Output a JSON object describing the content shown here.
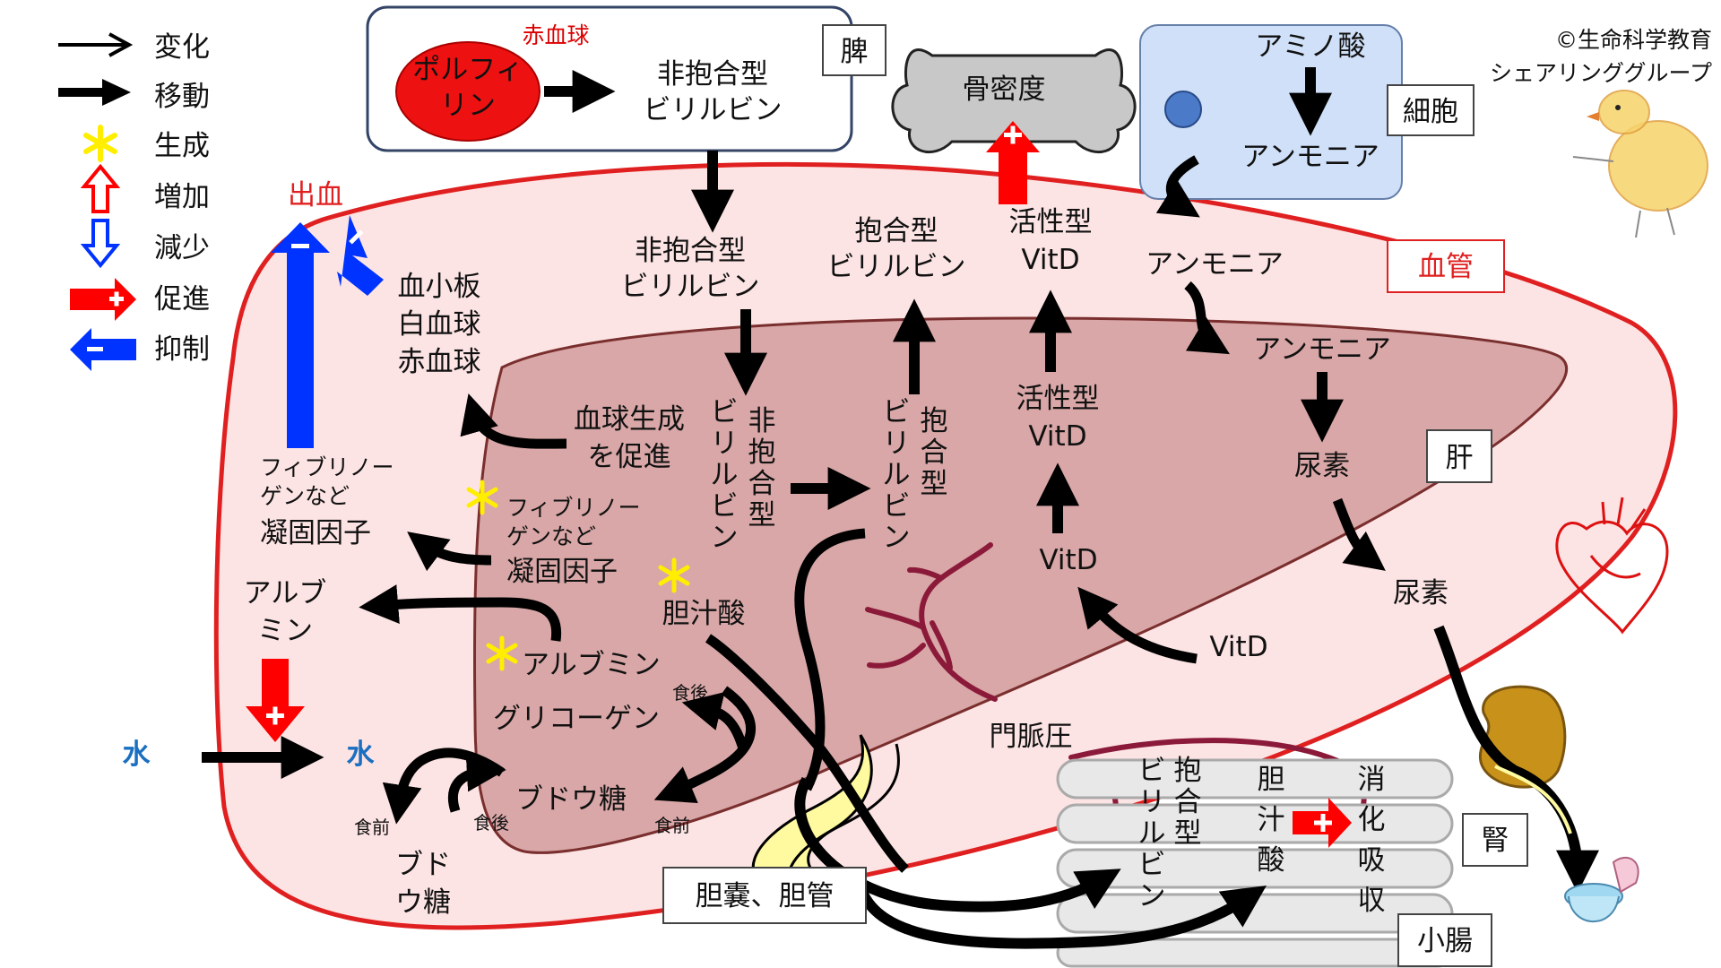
{
  "copyright": [
    "©生命科学教育",
    "シェアリンググループ"
  ],
  "legend": [
    {
      "symbol": "thin-arrow-icon",
      "label": "変化"
    },
    {
      "symbol": "thick-arrow-icon",
      "label": "移動"
    },
    {
      "symbol": "asterisk-icon",
      "label": "生成"
    },
    {
      "symbol": "up-arrow-outline-icon",
      "label": "増加"
    },
    {
      "symbol": "down-arrow-outline-icon",
      "label": "減少"
    },
    {
      "symbol": "red-plus-arrow-icon",
      "label": "促進"
    },
    {
      "symbol": "blue-minus-arrow-icon",
      "label": "抑制"
    }
  ],
  "colors": {
    "vessel_stroke": "#e02020",
    "vessel_fill": "#fde4e4",
    "liver_fill": "#d9a7a7",
    "liver_stroke": "#7a2e2e",
    "promote": "#ff0000",
    "inhibit": "#0033ff",
    "gen": "#ffee00",
    "portal": "#8b1a3a",
    "cell_fill": "#cfe0f8",
    "kidney": "#c8921a",
    "bile": "#fffaa0"
  },
  "organs": {
    "spleen": "脾",
    "cell": "細胞",
    "vessel": "血管",
    "liver": "肝",
    "kidney": "腎",
    "intestine": "小腸",
    "gallbladder": "胆嚢、胆管"
  },
  "spleen": {
    "rbc": "赤血球",
    "porphyrin": [
      "ポルフィ",
      "リン"
    ],
    "unconj": [
      "非抱合型",
      "ビリルビン"
    ]
  },
  "bone": {
    "label": "骨密度"
  },
  "cell": {
    "amino": "アミノ酸",
    "ammonia": "アンモニア"
  },
  "vessel_labels": {
    "bleeding": "出血",
    "blood_cells": [
      "血小板",
      "白血球",
      "赤血球"
    ],
    "unconj": [
      "非抱合型",
      "ビリルビン"
    ],
    "conj": [
      "抱合型",
      "ビリルビン"
    ],
    "active_vitd": [
      "活性型",
      "VitD"
    ],
    "ammonia": "アンモニア",
    "fibrinogen": [
      "フィブリノー",
      "ゲンなど"
    ],
    "clotting": "凝固因子",
    "albumin": [
      "アルブ",
      "ミン"
    ],
    "water_out": "水",
    "water_in": "水",
    "before_meal": "食前",
    "after_meal": "食後",
    "glucose": [
      "ブド",
      "ウ糖"
    ],
    "urea": "尿素"
  },
  "liver_labels": {
    "ammonia": "アンモニア",
    "urea": "尿素",
    "hematopoiesis": [
      "血球生成",
      "を促進"
    ],
    "unconj_v": [
      "非",
      "抱",
      "合",
      "型",
      "ビ",
      "リ",
      "ル",
      "ビ",
      "ン"
    ],
    "conj_v": [
      "抱",
      "合",
      "型",
      "ビ",
      "リ",
      "ル",
      "ビ",
      "ン"
    ],
    "active_vitd": [
      "活性型",
      "VitD"
    ],
    "vitd": "VitD",
    "vitd_in": "VitD",
    "fibrinogen": [
      "フィブリノー",
      "ゲンなど"
    ],
    "clotting": "凝固因子",
    "bile_acid": "胆汁酸",
    "albumin": "アルブミン",
    "glycogen": "グリコーゲン",
    "after_meal": "食後",
    "glucose": "ブドウ糖",
    "before_meal": "食前",
    "portal_pressure": "門脈圧"
  },
  "intestine_labels": {
    "conj_v": [
      "抱",
      "合",
      "型",
      "ビ",
      "リ",
      "ル",
      "ビ",
      "ン"
    ],
    "bile_v": [
      "胆",
      "汁",
      "酸"
    ],
    "digest_v": [
      "消",
      "化",
      "吸",
      "収"
    ]
  }
}
